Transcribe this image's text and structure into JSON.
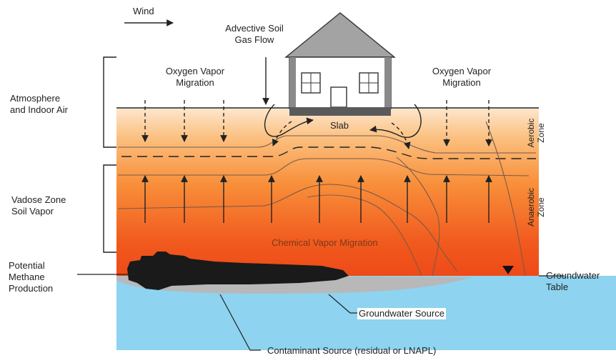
{
  "wind_label": "Wind",
  "advective_label": "Advective Soil\nGas Flow",
  "oxygen_left": "Oxygen Vapor\nMigration",
  "oxygen_right": "Oxygen Vapor\nMigration",
  "slab_label": "Slab",
  "atmosphere_label": "Atmosphere\nand Indoor Air",
  "vadose_label": "Vadose Zone\nSoil Vapor",
  "methane_label": "Potential\nMethane\nProduction",
  "aerobic_label": "Aerobic\nZone",
  "anaerobic_label": "Anaerobic\nZone",
  "chemical_label": "Chemical Vapor Migration",
  "groundwater_table_label": "Groundwater\nTable",
  "groundwater_source_label": "Groundwater Source",
  "contaminant_label": "Contaminant Source (residual or LNAPL)",
  "colors": {
    "soil_top": "#fde2c6",
    "soil_mid": "#f99a3c",
    "soil_deep": "#f0521c",
    "water": "#8ed3ef",
    "plume": "#1a1a1a",
    "halo": "#b9b9b9",
    "house_roof": "#9a9a9a",
    "house_wall": "#ffffff"
  }
}
